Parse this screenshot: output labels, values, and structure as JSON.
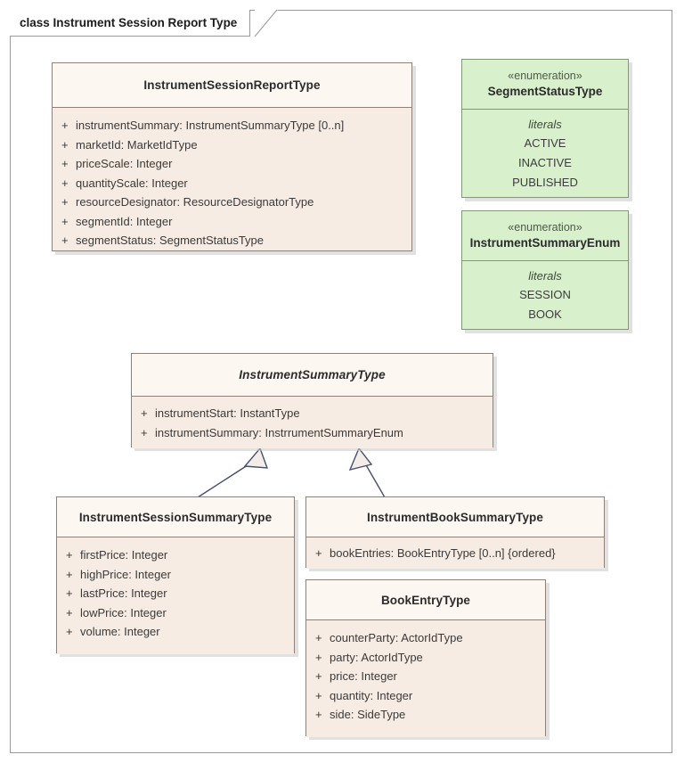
{
  "diagram": {
    "frame_label": "class Instrument Session Report Type",
    "type": "uml-class-diagram"
  },
  "colors": {
    "class_header_fill": "#fdf7f2",
    "class_body_fill": "#f7ece3",
    "class_border": "#8f8079",
    "enum_fill": "#d9f0cc",
    "enum_border": "#7f9a72",
    "connector": "#44506e",
    "frame_border": "#9a9a9a",
    "shadow": "#c9c9c9",
    "page_background": "#ffffff"
  },
  "classes": {
    "instrument_session_report_type": {
      "name": "InstrumentSessionReportType",
      "abstract": false,
      "attributes": [
        {
          "visibility": "+",
          "signature": "instrumentSummary: InstrumentSummaryType [0..n]"
        },
        {
          "visibility": "+",
          "signature": "marketId: MarketIdType"
        },
        {
          "visibility": "+",
          "signature": "priceScale: Integer"
        },
        {
          "visibility": "+",
          "signature": "quantityScale: Integer"
        },
        {
          "visibility": "+",
          "signature": "resourceDesignator: ResourceDesignatorType"
        },
        {
          "visibility": "+",
          "signature": "segmentId: Integer"
        },
        {
          "visibility": "+",
          "signature": "segmentStatus: SegmentStatusType"
        }
      ]
    },
    "instrument_summary_type": {
      "name": "InstrumentSummaryType",
      "abstract": true,
      "attributes": [
        {
          "visibility": "+",
          "signature": "instrumentStart: InstantType"
        },
        {
          "visibility": "+",
          "signature": "instrumentSummary: InstrrumentSummaryEnum"
        }
      ]
    },
    "instrument_session_summary_type": {
      "name": "InstrumentSessionSummaryType",
      "abstract": false,
      "attributes": [
        {
          "visibility": "+",
          "signature": "firstPrice: Integer"
        },
        {
          "visibility": "+",
          "signature": "highPrice: Integer"
        },
        {
          "visibility": "+",
          "signature": "lastPrice: Integer"
        },
        {
          "visibility": "+",
          "signature": "lowPrice: Integer"
        },
        {
          "visibility": "+",
          "signature": "volume: Integer"
        }
      ]
    },
    "instrument_book_summary_type": {
      "name": "InstrumentBookSummaryType",
      "abstract": false,
      "attributes": [
        {
          "visibility": "+",
          "signature": "bookEntries: BookEntryType [0..n] {ordered}"
        }
      ]
    },
    "book_entry_type": {
      "name": "BookEntryType",
      "abstract": false,
      "attributes": [
        {
          "visibility": "+",
          "signature": "counterParty: ActorIdType"
        },
        {
          "visibility": "+",
          "signature": "party: ActorIdType"
        },
        {
          "visibility": "+",
          "signature": "price: Integer"
        },
        {
          "visibility": "+",
          "signature": "quantity: Integer"
        },
        {
          "visibility": "+",
          "signature": "side: SideType"
        }
      ]
    }
  },
  "enumerations": {
    "segment_status_type": {
      "stereotype": "«enumeration»",
      "name": "SegmentStatusType",
      "literals_label": "literals",
      "literals": [
        "ACTIVE",
        "INACTIVE",
        "PUBLISHED"
      ]
    },
    "instrument_summary_enum": {
      "stereotype": "«enumeration»",
      "name": "InstrumentSummaryEnum",
      "literals_label": "literals",
      "literals": [
        "SESSION",
        "BOOK"
      ]
    }
  },
  "relationships": [
    {
      "type": "generalization",
      "source": "InstrumentSessionSummaryType",
      "target": "InstrumentSummaryType",
      "arrow": "hollow-triangle"
    },
    {
      "type": "generalization",
      "source": "InstrumentBookSummaryType",
      "target": "InstrumentSummaryType",
      "arrow": "hollow-triangle"
    }
  ]
}
